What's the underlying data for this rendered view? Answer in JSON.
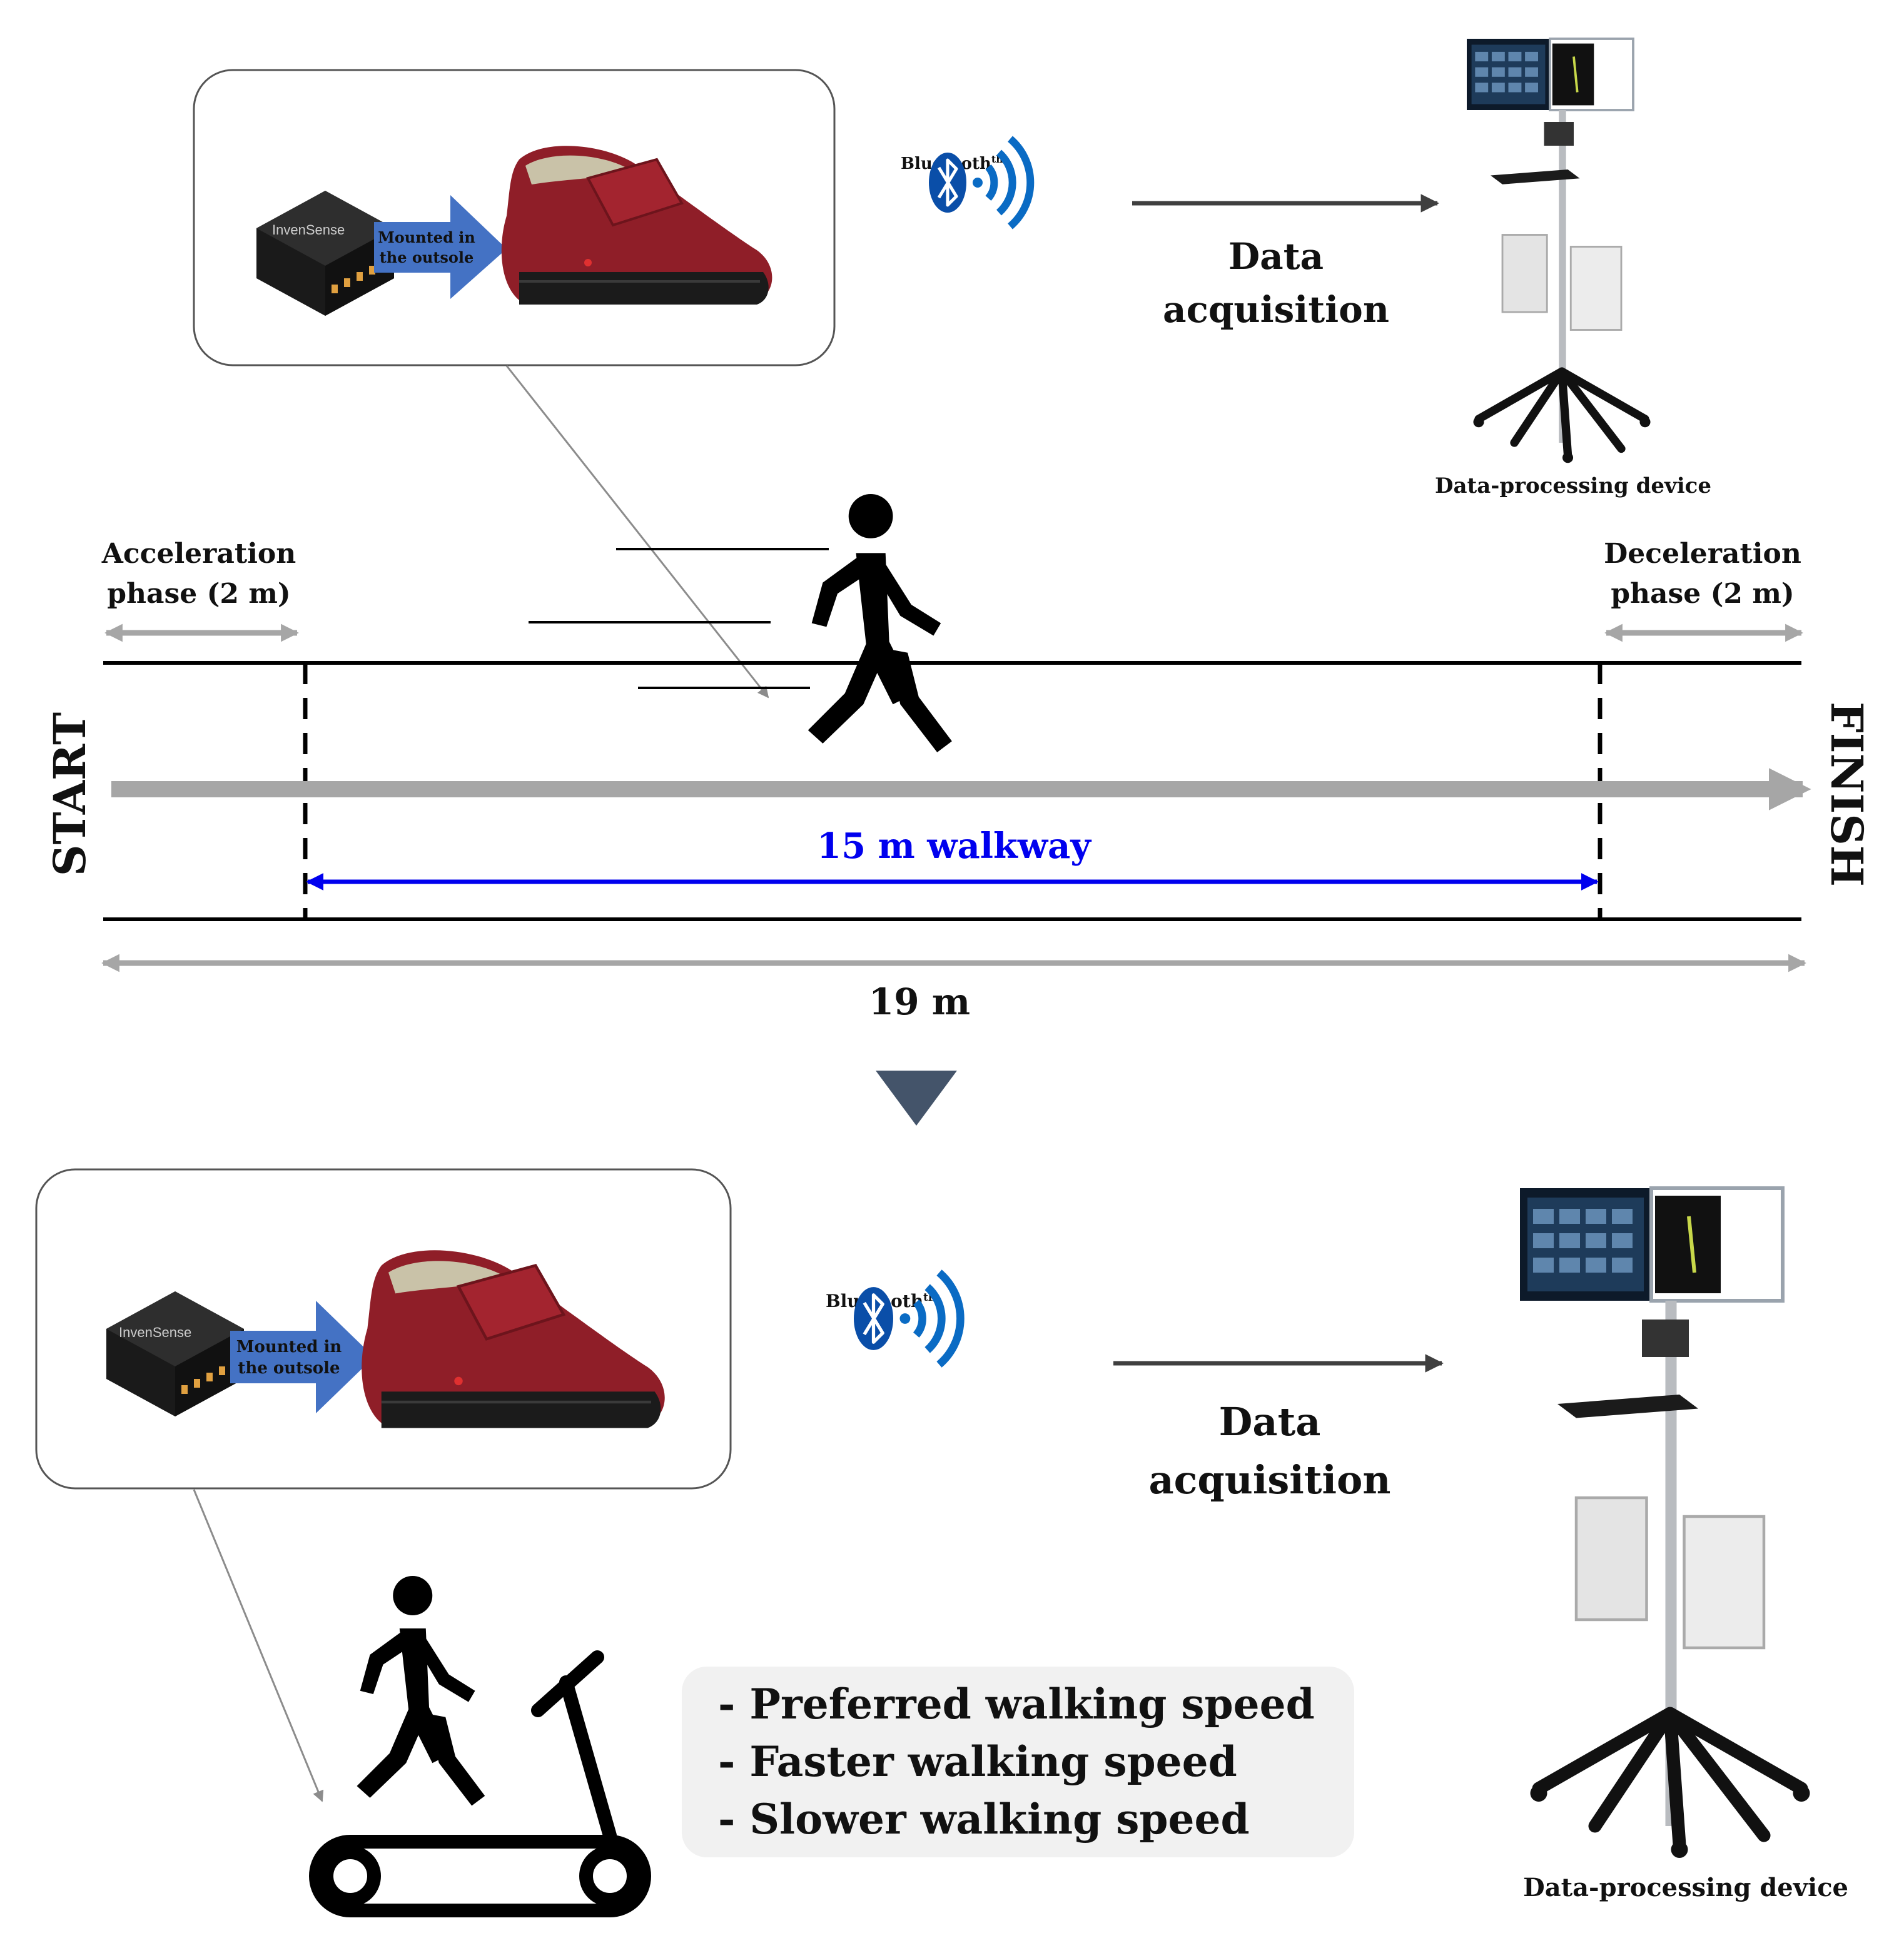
{
  "colors": {
    "line": "#000000",
    "grey_arrow": "#a6a6a6",
    "blue_arrow": "#0000ee",
    "dark_arrow": "#3f3f3f",
    "wifi_blue": "#0a6bc4",
    "bluetooth_blue": "#0a4ea8",
    "tag_blue": "#4472c4",
    "shoe_red": "#8f1e28",
    "divider": "#44546a",
    "speed_box": "#f1f1f1"
  },
  "top": {
    "sensor_tag": [
      "Mounted in",
      "the outsole"
    ],
    "sensor_brand": "InvenSense",
    "bluetooth_label": "Bluetooth",
    "bluetooth_sup": "th",
    "acquisition_line1": "Data",
    "acquisition_line2": "acquisition",
    "device_label": "Data-processing  device",
    "device_icon": "computer-cart-icon"
  },
  "walkway": {
    "start_label": "START",
    "finish_label": "FINISH",
    "accel_line1": "Acceleration",
    "accel_line2": "phase (2 m)",
    "decel_line1": "Deceleration",
    "decel_line2": "phase (2 m)",
    "walkway_label": "15 m walkway",
    "total_label": "19 m",
    "walker_icon": "walking-person-icon"
  },
  "bottom": {
    "sensor_tag": [
      "Mounted in",
      "the outsole"
    ],
    "sensor_brand": "InvenSense",
    "bluetooth_label": "Bluetooth",
    "bluetooth_sup": "th",
    "acquisition_line1": "Data",
    "acquisition_line2": "acquisition",
    "device_label": "Data-processing  device",
    "treadmill_icon": "treadmill-walker-icon",
    "speeds": [
      "- Preferred walking  speed",
      "- Faster walking  speed",
      "- Slower walking  speed"
    ]
  }
}
